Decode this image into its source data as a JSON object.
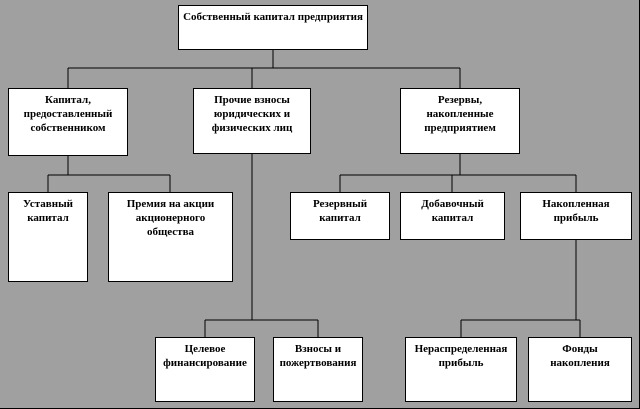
{
  "diagram": {
    "title": "Собственный капитал предприятия",
    "background_color": "#a0a0a0",
    "box_fill_color": "#ffffff",
    "box_border_color": "#000000",
    "line_color": "#000000",
    "nodes": {
      "root": {
        "label": "Собственный капитал предприятия"
      },
      "owner_capital": {
        "label": "Капитал, предоставленный собственником"
      },
      "other_contributions": {
        "label": "Прочие взносы юридических и физических лиц"
      },
      "reserves": {
        "label": "Резервы, накопленные предприятием"
      },
      "charter_capital": {
        "label": "Уставный капитал"
      },
      "share_premium": {
        "label": "Премия на акции акционерного общества"
      },
      "reserve_capital": {
        "label": "Резервный капитал"
      },
      "additional_capital": {
        "label": "Добавочный капитал"
      },
      "accumulated_profit": {
        "label": "Накопленная прибыль"
      },
      "target_financing": {
        "label": "Целевое финансирование"
      },
      "donations": {
        "label": "Взносы и пожертвования"
      },
      "retained_earnings": {
        "label": "Нераспределенная прибыль"
      },
      "accumulation_funds": {
        "label": "Фонды накопления"
      }
    }
  }
}
